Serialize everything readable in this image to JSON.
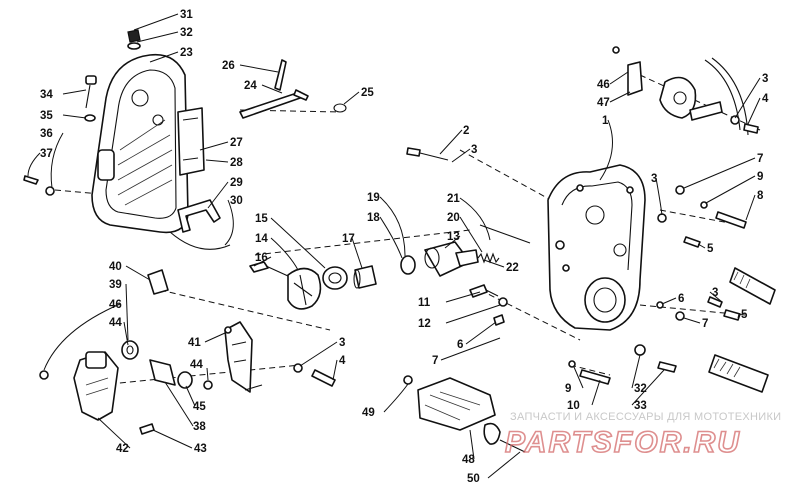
{
  "diagram": {
    "callouts": [
      {
        "id": "c31a",
        "label": "31"
      },
      {
        "id": "c32a",
        "label": "32"
      },
      {
        "id": "c23a",
        "label": "23"
      },
      {
        "id": "c26a",
        "label": "26"
      },
      {
        "id": "c24a",
        "label": "24"
      },
      {
        "id": "c25a",
        "label": "25"
      },
      {
        "id": "c34a",
        "label": "34"
      },
      {
        "id": "c35a",
        "label": "35"
      },
      {
        "id": "c36a",
        "label": "36"
      },
      {
        "id": "c37a",
        "label": "37"
      },
      {
        "id": "c27a",
        "label": "27"
      },
      {
        "id": "c28a",
        "label": "28"
      },
      {
        "id": "c29a",
        "label": "29"
      },
      {
        "id": "c30a",
        "label": "30"
      },
      {
        "id": "c15a",
        "label": "15"
      },
      {
        "id": "c14a",
        "label": "14"
      },
      {
        "id": "c16a",
        "label": "16"
      },
      {
        "id": "c17a",
        "label": "17"
      },
      {
        "id": "c19a",
        "label": "19"
      },
      {
        "id": "c18a",
        "label": "18"
      },
      {
        "id": "c21a",
        "label": "21"
      },
      {
        "id": "c20a",
        "label": "20"
      },
      {
        "id": "c13a",
        "label": "13"
      },
      {
        "id": "c22a",
        "label": "22"
      },
      {
        "id": "c11a",
        "label": "11"
      },
      {
        "id": "c12a",
        "label": "12"
      },
      {
        "id": "c6a",
        "label": "6"
      },
      {
        "id": "c7a",
        "label": "7"
      },
      {
        "id": "c2a",
        "label": "2"
      },
      {
        "id": "c3a",
        "label": "3"
      },
      {
        "id": "c1a",
        "label": "1"
      },
      {
        "id": "c46a",
        "label": "46"
      },
      {
        "id": "c47a",
        "label": "47"
      },
      {
        "id": "c3b",
        "label": "3"
      },
      {
        "id": "c4a",
        "label": "4"
      },
      {
        "id": "c7b",
        "label": "7"
      },
      {
        "id": "c9a",
        "label": "9"
      },
      {
        "id": "c8a",
        "label": "8"
      },
      {
        "id": "c3c",
        "label": "3"
      },
      {
        "id": "c5a",
        "label": "5"
      },
      {
        "id": "c6b",
        "label": "6"
      },
      {
        "id": "c3d",
        "label": "3"
      },
      {
        "id": "c7c",
        "label": "7"
      },
      {
        "id": "c5b",
        "label": "5"
      },
      {
        "id": "c9b",
        "label": "9"
      },
      {
        "id": "c10a",
        "label": "10"
      },
      {
        "id": "c32b",
        "label": "32"
      },
      {
        "id": "c33a",
        "label": "33"
      },
      {
        "id": "c49a",
        "label": "49"
      },
      {
        "id": "c48a",
        "label": "48"
      },
      {
        "id": "c50a",
        "label": "50"
      },
      {
        "id": "c40a",
        "label": "40"
      },
      {
        "id": "c39a",
        "label": "39"
      },
      {
        "id": "c46b",
        "label": "46"
      },
      {
        "id": "c44a",
        "label": "44"
      },
      {
        "id": "c41a",
        "label": "41"
      },
      {
        "id": "c44b",
        "label": "44"
      },
      {
        "id": "c45a",
        "label": "45"
      },
      {
        "id": "c38a",
        "label": "38"
      },
      {
        "id": "c42a",
        "label": "42"
      },
      {
        "id": "c43a",
        "label": "43"
      },
      {
        "id": "c3e",
        "label": "3"
      },
      {
        "id": "c4b",
        "label": "4"
      }
    ]
  },
  "watermark": {
    "tagline": "ЗАПЧАСТИ И АКСЕССУАРЫ ДЛЯ МОТОТЕХНИКИ",
    "logo_text": "PARTSFOR.RU",
    "logo_color": "#d46a6a"
  }
}
